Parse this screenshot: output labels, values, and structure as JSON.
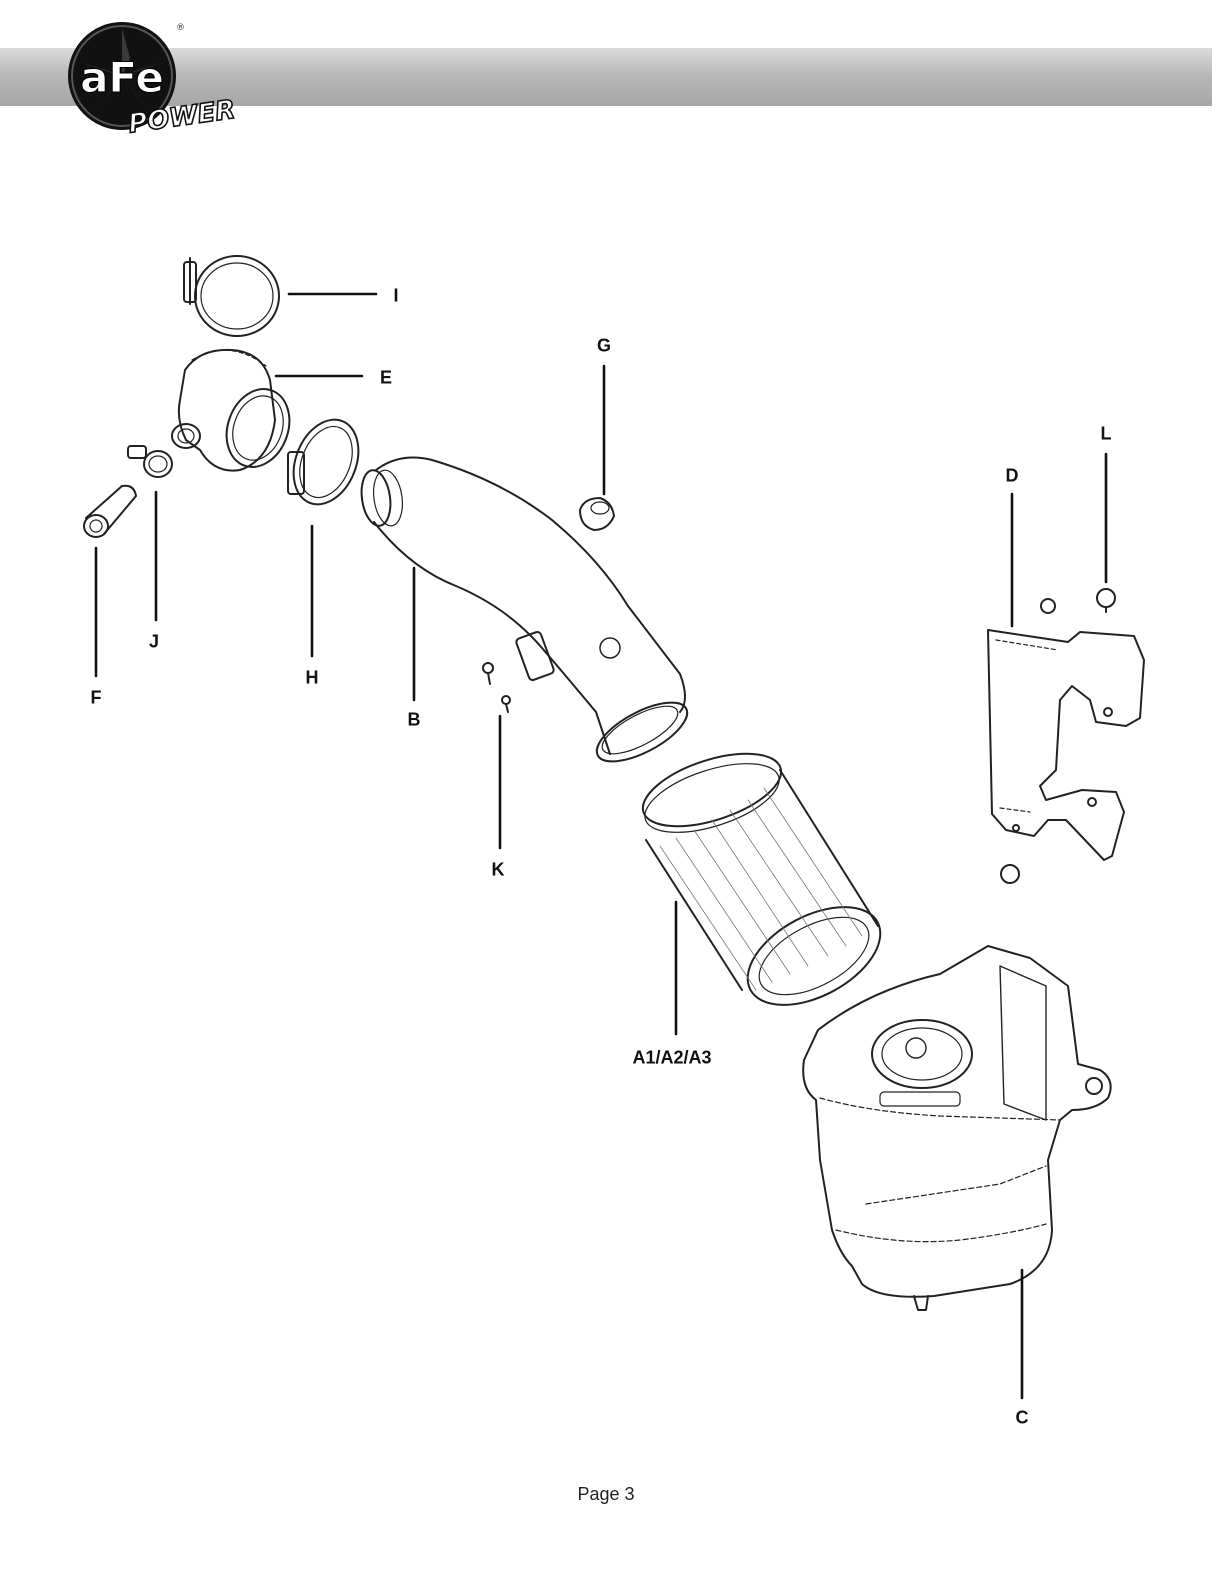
{
  "header": {
    "logo_text": "aFe",
    "logo_subtext": "POWER",
    "logo_mark": "®"
  },
  "callouts": {
    "I": "I",
    "E": "E",
    "G": "G",
    "L": "L",
    "D": "D",
    "J": "J",
    "F": "F",
    "H": "H",
    "B": "B",
    "K": "K",
    "A": "A1/A2/A3",
    "C": "C"
  },
  "footer": {
    "page_label": "Page 3"
  }
}
